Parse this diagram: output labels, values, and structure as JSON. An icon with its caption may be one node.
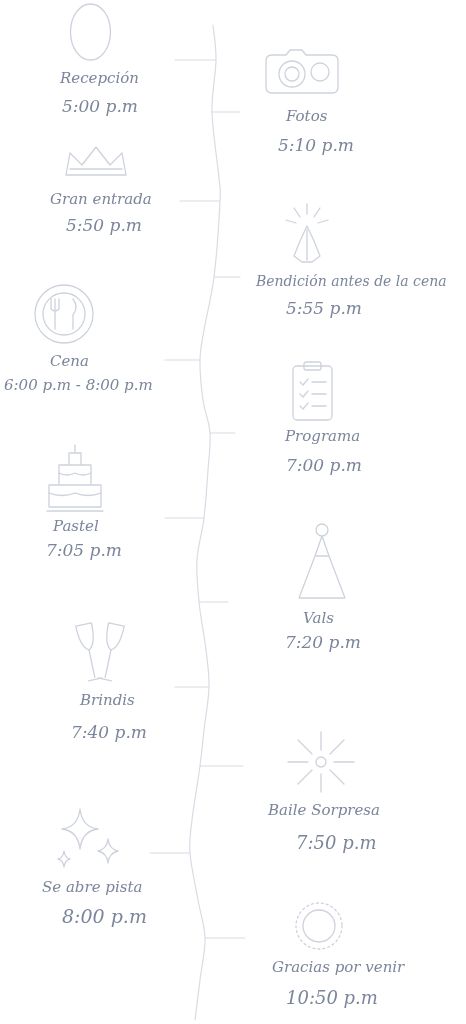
{
  "diagram": {
    "labels": [
      "Recepción",
      "5:00 p.m",
      "Fotos",
      "5:10 p.m",
      "Gran entrada",
      "5:50 p.m",
      "Bendición antes de la cena",
      "5:55 p.m",
      "Cena",
      "6:00 p.m - 8:00 p.m",
      "Programa",
      "7:00 p.m",
      "Pastel",
      "7:05 p.m",
      "Vals",
      "7:20 p.m",
      "Brindis",
      "7:40 p.m",
      "Baile Sorpresa",
      "7:50 p.m",
      "Se abre pista",
      "8:00 p.m",
      "Gracias por venir",
      "10:50 p.m"
    ]
  }
}
